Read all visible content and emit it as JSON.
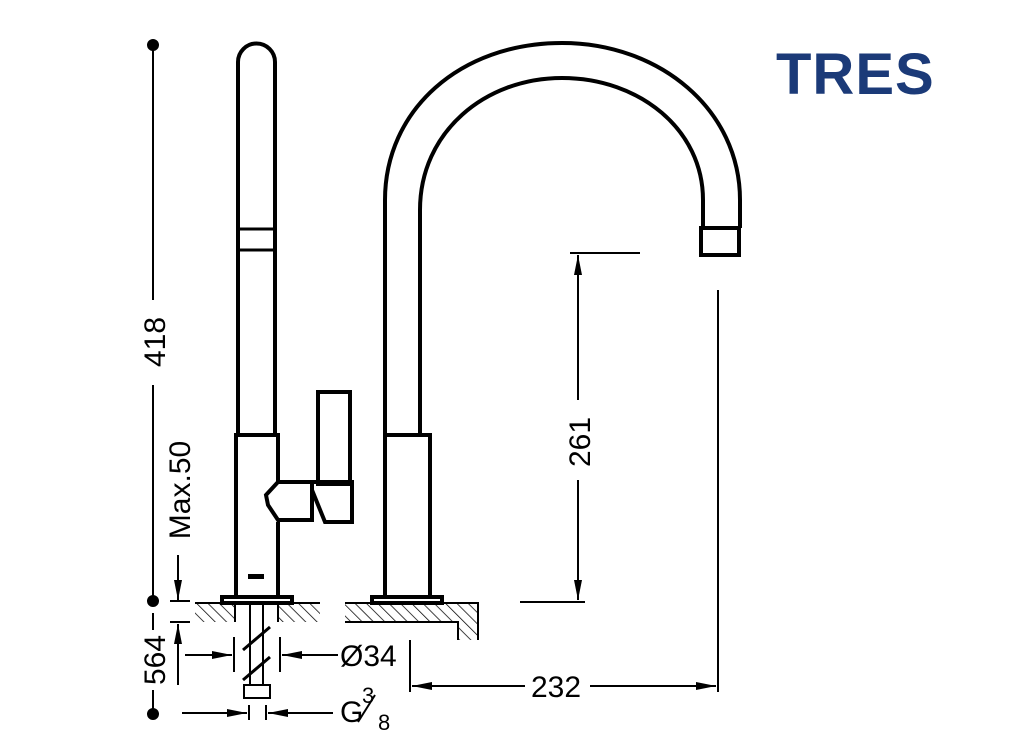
{
  "logo": {
    "text": "TRES",
    "color": "#1b3a78"
  },
  "dimensions": {
    "total_height": "418",
    "max_deck": "Max.50",
    "pipe_length": "564",
    "spout_clearance": "261",
    "spout_reach": "232",
    "body_diameter": "Ø34",
    "thread": "G",
    "thread_num": "3",
    "thread_den": "8"
  }
}
